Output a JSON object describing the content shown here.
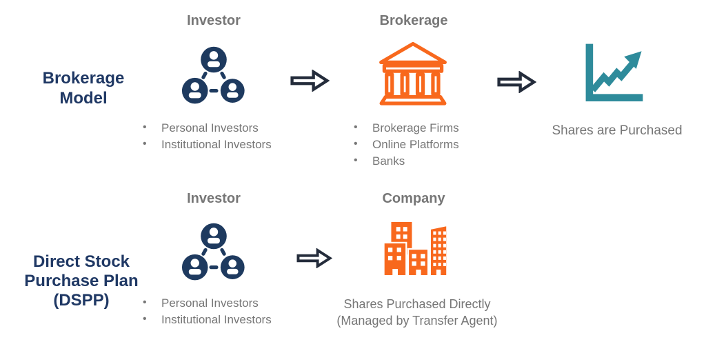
{
  "colors": {
    "title_navy": "#1F3864",
    "icon_navy": "#1E3A5F",
    "orange": "#F8681D",
    "teal": "#2E8B9B",
    "text_gray": "#767676",
    "arrow_dark": "#242C3B",
    "background": "#FFFFFF"
  },
  "diagram": {
    "rows": [
      {
        "title_lines": [
          "Brokerage",
          "Model"
        ],
        "investor": {
          "heading": "Investor",
          "icon": "people-network-icon",
          "bullets": [
            "Personal Investors",
            "Institutional Investors"
          ]
        },
        "brokerage": {
          "heading": "Brokerage",
          "icon": "bank-icon",
          "bullets": [
            "Brokerage Firms",
            "Online Platforms",
            "Banks"
          ]
        },
        "outcome": {
          "icon": "line-chart-up-icon",
          "caption": "Shares are Purchased"
        }
      },
      {
        "title_lines": [
          "Direct Stock",
          "Purchase Plan",
          "(DSPP)"
        ],
        "investor": {
          "heading": "Investor",
          "icon": "people-network-icon",
          "bullets": [
            "Personal Investors",
            "Institutional Investors"
          ]
        },
        "company": {
          "heading": "Company",
          "icon": "buildings-icon",
          "caption_lines": [
            "Shares Purchased Directly",
            "(Managed by Transfer Agent)"
          ]
        }
      }
    ]
  }
}
